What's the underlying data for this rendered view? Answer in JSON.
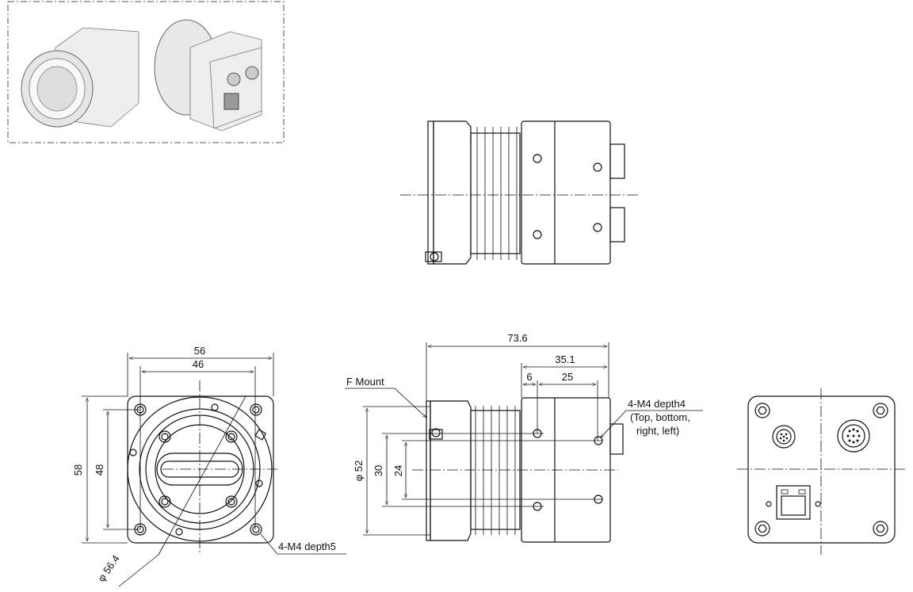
{
  "drawing": {
    "side_view": {
      "overall_length": "73.6",
      "body_length": "35.1",
      "hole_offset": "6",
      "hole_pitch": "25",
      "mount_label": "F Mount",
      "thread_note": "4-M4 depth4",
      "thread_note_sub1": "(Top, bottom,",
      "thread_note_sub2": "right, left)",
      "diameter": "φ 52",
      "hole_pitch_v1": "30",
      "hole_pitch_v2": "24"
    },
    "front_view": {
      "width": "56",
      "hole_pitch_h": "46",
      "height": "58",
      "hole_pitch_v": "48",
      "flange_diameter": "φ 56.4",
      "thread_note": "4-M4 depth5"
    }
  }
}
